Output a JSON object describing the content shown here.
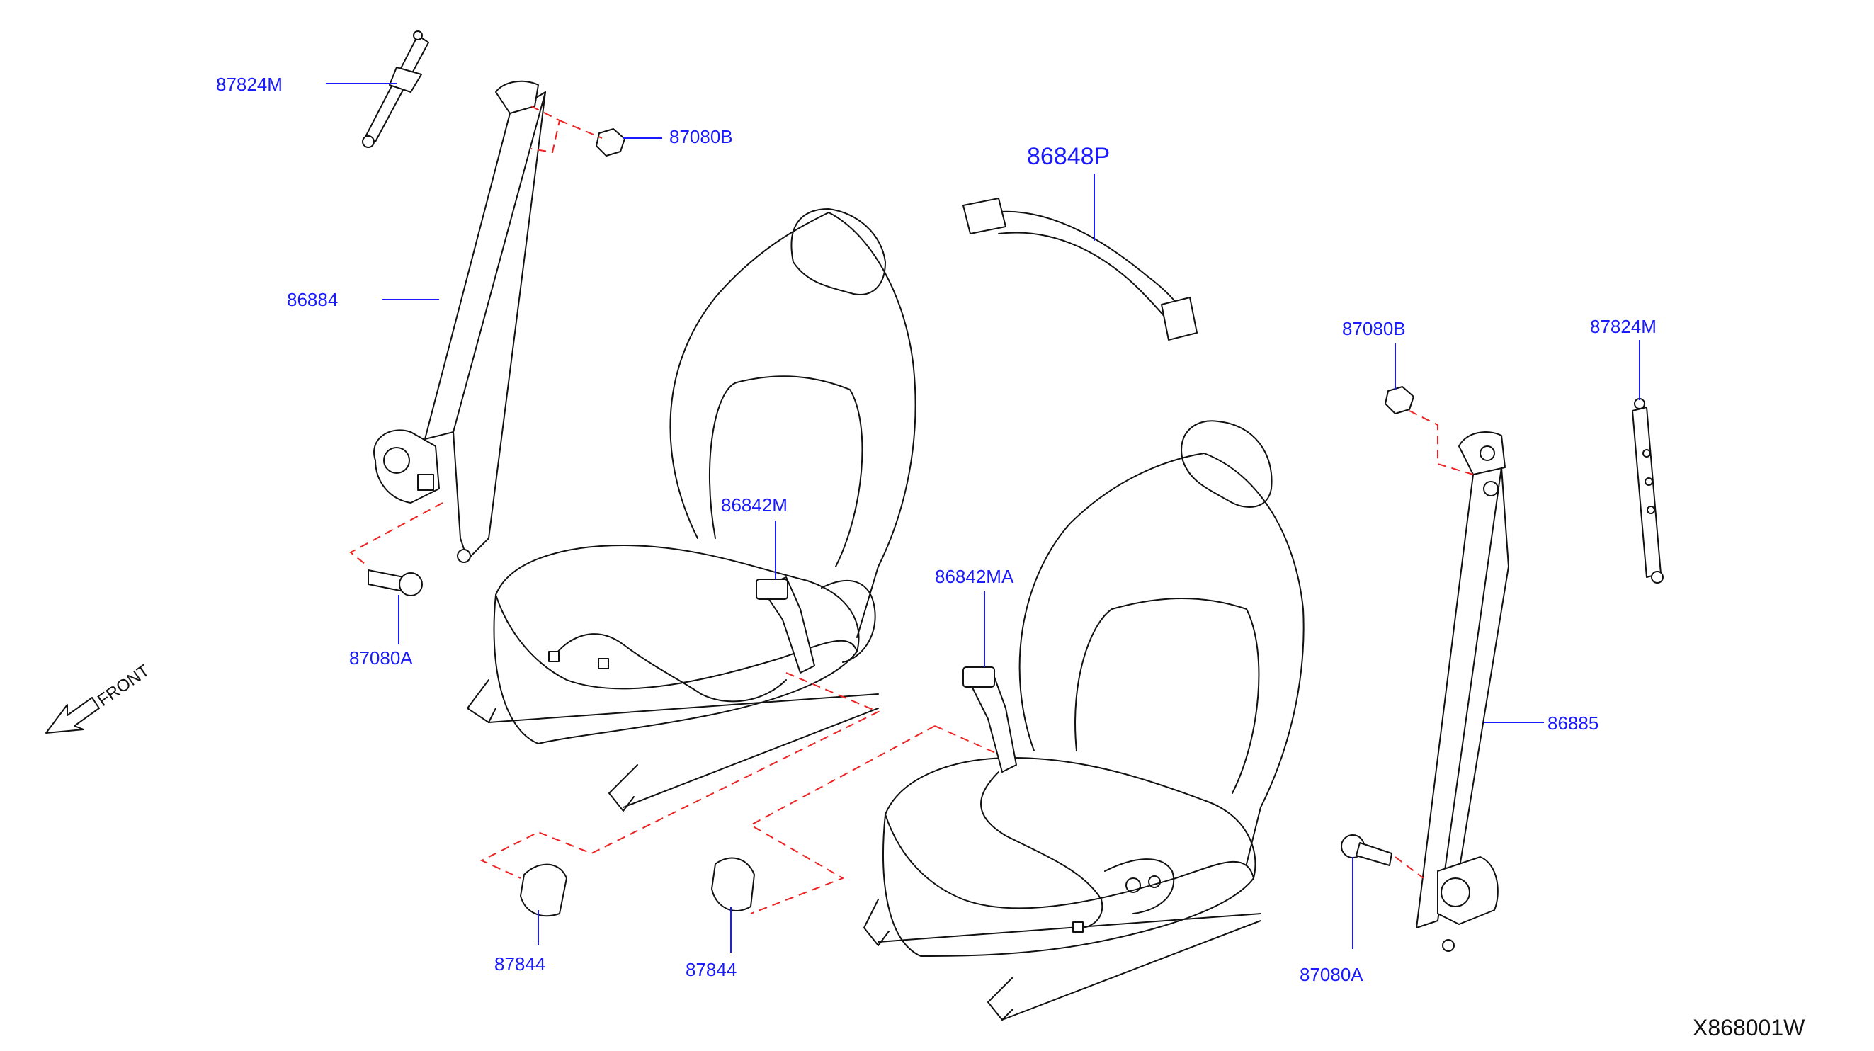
{
  "labels": {
    "bracket_upper_left": "87824M",
    "nut_upper_left": "87080B",
    "tongue_center": "86848P",
    "belt_front_left": "86884",
    "buckle_left": "86842M",
    "bolt_lower_left": "87080A",
    "buckle_right": "86842MA",
    "nut_right": "87080B",
    "bracket_right": "87824M",
    "belt_front_right": "86885",
    "cover_left": "87844",
    "cover_center": "87844",
    "bolt_lower_right": "87080A"
  },
  "front_indicator": "FRONT",
  "diagram_code": "X868001W",
  "colors": {
    "label": "#1a1aff",
    "leader": "#1a1aff",
    "dashed_link": "#ee2222",
    "line_art": "#111111"
  }
}
